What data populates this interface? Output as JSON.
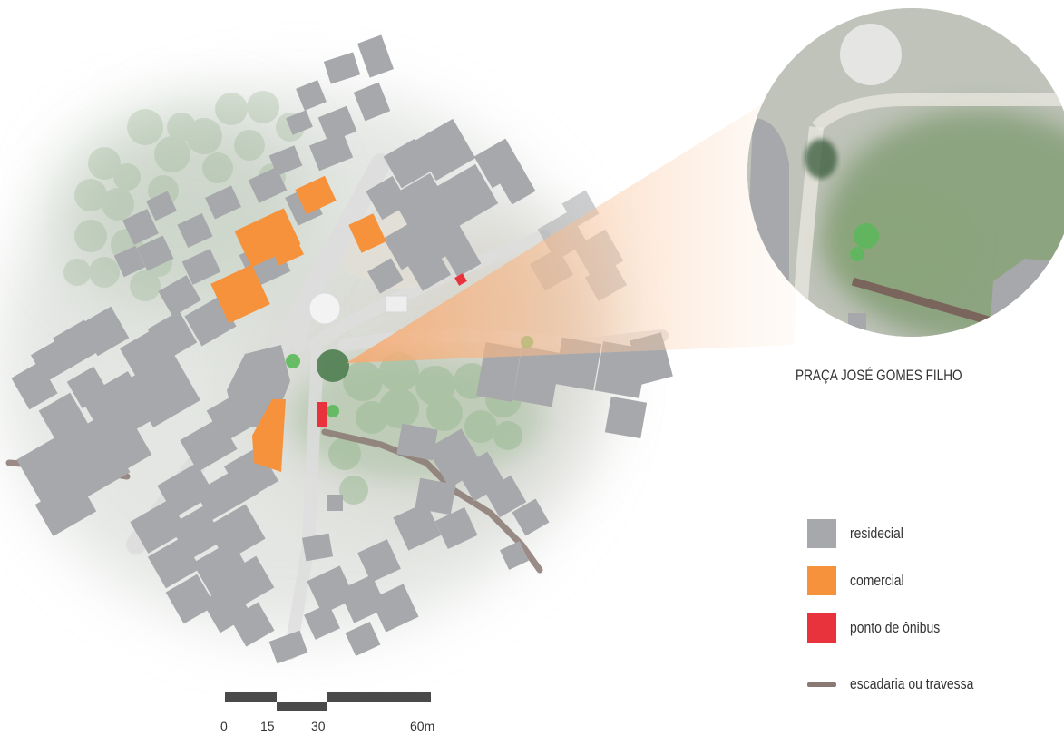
{
  "inset": {
    "caption": "PRAÇA JOSÉ GOMES FILHO"
  },
  "legend": {
    "items": [
      {
        "key": "residencial",
        "label": "residecial",
        "color": "#a7a8ab",
        "shape": "square"
      },
      {
        "key": "comercial",
        "label": "comercial",
        "color": "#f7923c",
        "shape": "square"
      },
      {
        "key": "bus",
        "label": "ponto de ônibus",
        "color": "#e8323c",
        "shape": "square"
      },
      {
        "key": "stair",
        "label": "escadaria ou travessa",
        "color": "#8a7872",
        "shape": "line"
      }
    ]
  },
  "scale_bar": {
    "ticks": [
      "0",
      "15",
      "30",
      "60m"
    ]
  },
  "colors": {
    "residencial": "#a7a8ab",
    "comercial": "#f7923c",
    "bus": "#e8323c",
    "stair": "#8a7872",
    "vegetation": "#8fac88",
    "focus": "#f7a76c"
  }
}
